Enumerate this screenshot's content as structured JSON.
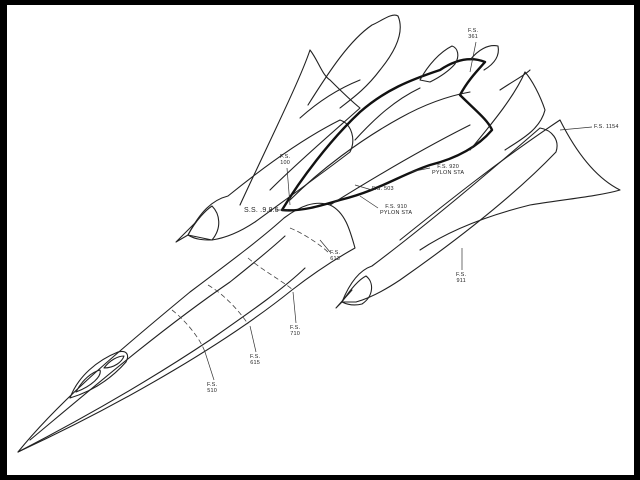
{
  "labels": {
    "fs_100": [
      "F.S.",
      "100"
    ],
    "fs_361": [
      "F.S.",
      "361"
    ],
    "fs_1154": [
      "F.S.",
      "1154"
    ],
    "fs_920_pylon": [
      "F.S. 920",
      "PYLON STA"
    ],
    "fs_503": "F.S. 503",
    "fs_910_pylon": [
      "F.S. 910",
      "PYLON STA"
    ],
    "ss_985": "S.S. .9.8.5",
    "fs_613": [
      "F.S.",
      "613"
    ],
    "fs_911": [
      "F.S.",
      "911"
    ],
    "fs_710": [
      "F.S.",
      "710"
    ],
    "fs_615": [
      "F.S.",
      "615"
    ],
    "fs_510": [
      "F.S.",
      "510"
    ]
  }
}
